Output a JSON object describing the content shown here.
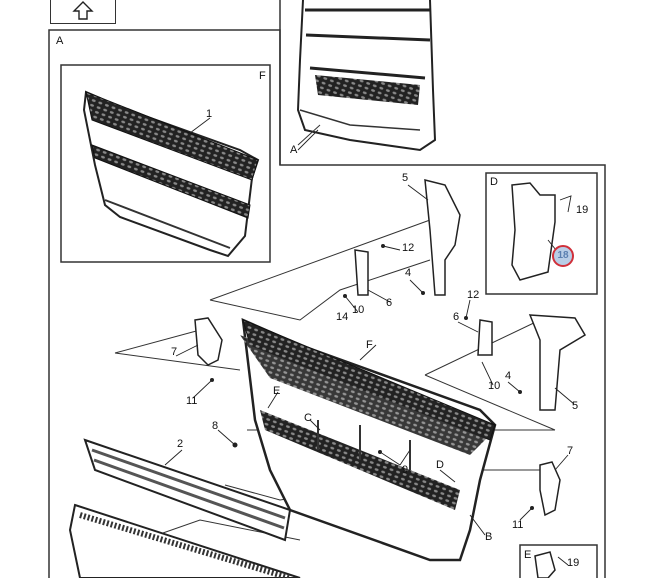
{
  "nav": {
    "up_icon": "up-arrow-icon"
  },
  "views": {
    "A": {
      "label": "A",
      "inner_label": "F",
      "part": "1"
    },
    "truck_overview": {
      "label": "A"
    },
    "D": {
      "label": "D",
      "parts": [
        "19"
      ],
      "highlighted_part": "18"
    },
    "E": {
      "label": "E",
      "parts": [
        "19"
      ]
    }
  },
  "callouts": {
    "upper_left_bracket": {
      "p5": "5",
      "p12": "12",
      "p4": "4",
      "p6": "6",
      "p10": "10",
      "p14": "14"
    },
    "upper_right_bracket": {
      "p12": "12",
      "p6": "6",
      "p10": "10",
      "p4": "4",
      "p5": "5"
    },
    "left_hinge": {
      "p7": "7",
      "p11": "11"
    },
    "right_hinge": {
      "p7": "7",
      "p11": "11"
    },
    "grille": {
      "F": "F",
      "E": "E",
      "C": "C",
      "D": "D",
      "B": "B",
      "p8": "8",
      "p9": "9",
      "p2": "2"
    }
  },
  "colors": {
    "highlight_ring": "#d0303a",
    "highlight_fill": "#b8cde6"
  }
}
